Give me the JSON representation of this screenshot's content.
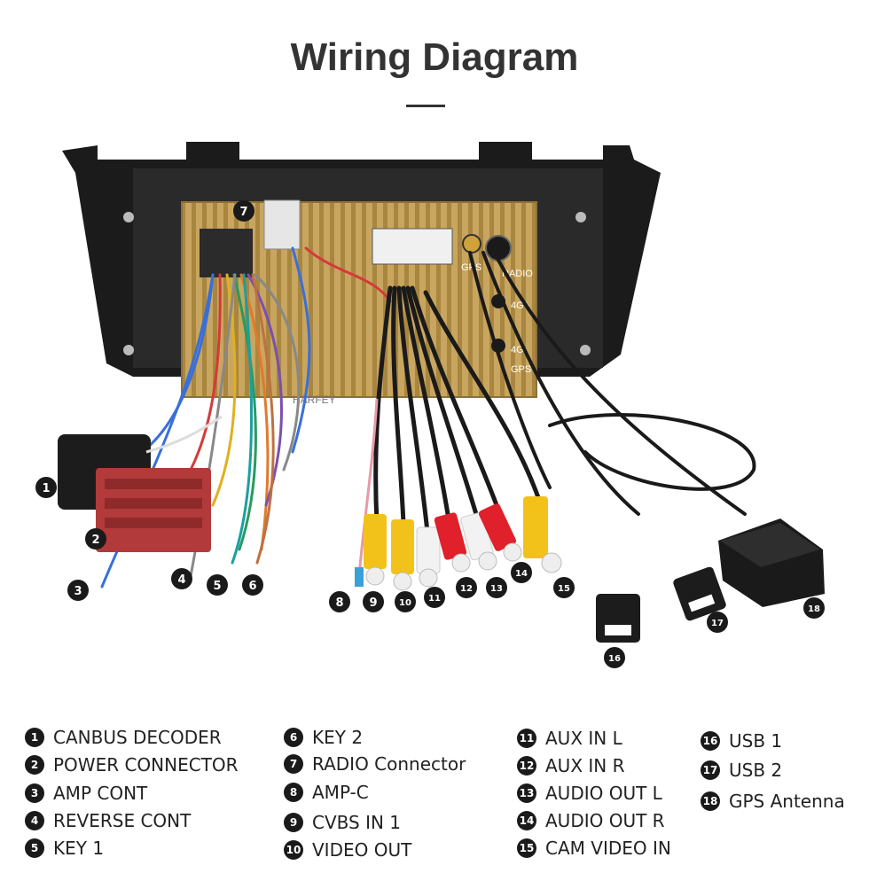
{
  "title": "Wiring Diagram",
  "unit_labels": {
    "port_gps": "GPS",
    "port_radio": "RADIO",
    "port_4g_plus": "4G+",
    "port_4g": "4G",
    "port_gps_2": "GPS",
    "watermark": "HARFEY"
  },
  "legend": [
    {
      "num": "1",
      "label": "CANBUS DECODER"
    },
    {
      "num": "2",
      "label": "POWER CONNECTOR"
    },
    {
      "num": "3",
      "label": "AMP CONT"
    },
    {
      "num": "4",
      "label": "REVERSE CONT"
    },
    {
      "num": "5",
      "label": "KEY 1"
    },
    {
      "num": "6",
      "label": "KEY 2"
    },
    {
      "num": "7",
      "label": "RADIO Connector"
    },
    {
      "num": "8",
      "label": "AMP-C"
    },
    {
      "num": "9",
      "label": "CVBS IN 1"
    },
    {
      "num": "10",
      "label": "VIDEO OUT"
    },
    {
      "num": "11",
      "label": "AUX IN L"
    },
    {
      "num": "12",
      "label": "AUX IN R"
    },
    {
      "num": "13",
      "label": "AUDIO OUT L"
    },
    {
      "num": "14",
      "label": "AUDIO OUT R"
    },
    {
      "num": "15",
      "label": "CAM VIDEO IN"
    },
    {
      "num": "16",
      "label": "USB 1"
    },
    {
      "num": "17",
      "label": "USB 2"
    },
    {
      "num": "18",
      "label": "GPS Antenna"
    }
  ],
  "colors": {
    "frame": "#1b1b1b",
    "unit_gold": "#c9a660",
    "power_plug": "#b23a3a",
    "rca_yellow": "#f2c21a",
    "rca_white": "#f2f2f2",
    "rca_red": "#e0202a",
    "badge": "#1a1a1a"
  }
}
